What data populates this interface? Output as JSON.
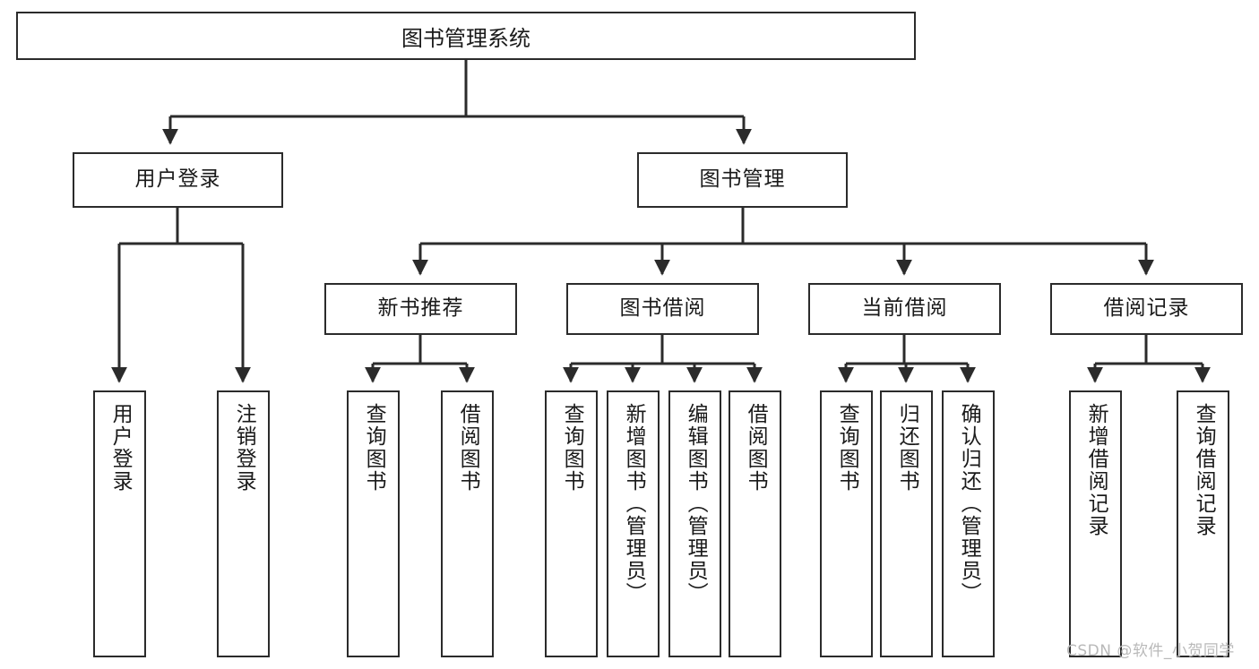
{
  "diagram": {
    "title": "图书管理系统",
    "watermark": "CSDN @软件_小贺同学",
    "line_color": "#2b2b2b",
    "box_fill": "#ffffff",
    "text_color": "#1a1a1a",
    "watermark_color": "#b9b9b9"
  },
  "nodes": {
    "root": {
      "label": "图书管理系统"
    },
    "level2": [
      {
        "label": "用户登录"
      },
      {
        "label": "图书管理"
      }
    ],
    "level3": [
      {
        "label": "新书推荐"
      },
      {
        "label": "图书借阅"
      },
      {
        "label": "当前借阅"
      },
      {
        "label": "借阅记录"
      }
    ],
    "leaves_user_login": [
      {
        "label": "用户登录"
      },
      {
        "label": "注销登录"
      }
    ],
    "leaves_new_books": [
      {
        "label": "查询图书"
      },
      {
        "label": "借阅图书"
      }
    ],
    "leaves_borrow": [
      {
        "label": "查询图书"
      },
      {
        "label": "新增图书（管理员）"
      },
      {
        "label": "编辑图书（管理员）"
      },
      {
        "label": "借阅图书"
      }
    ],
    "leaves_current": [
      {
        "label": "查询图书"
      },
      {
        "label": "归还图书"
      },
      {
        "label": "确认归还（管理员）"
      }
    ],
    "leaves_records": [
      {
        "label": "新增借阅记录"
      },
      {
        "label": "查询借阅记录"
      }
    ]
  }
}
